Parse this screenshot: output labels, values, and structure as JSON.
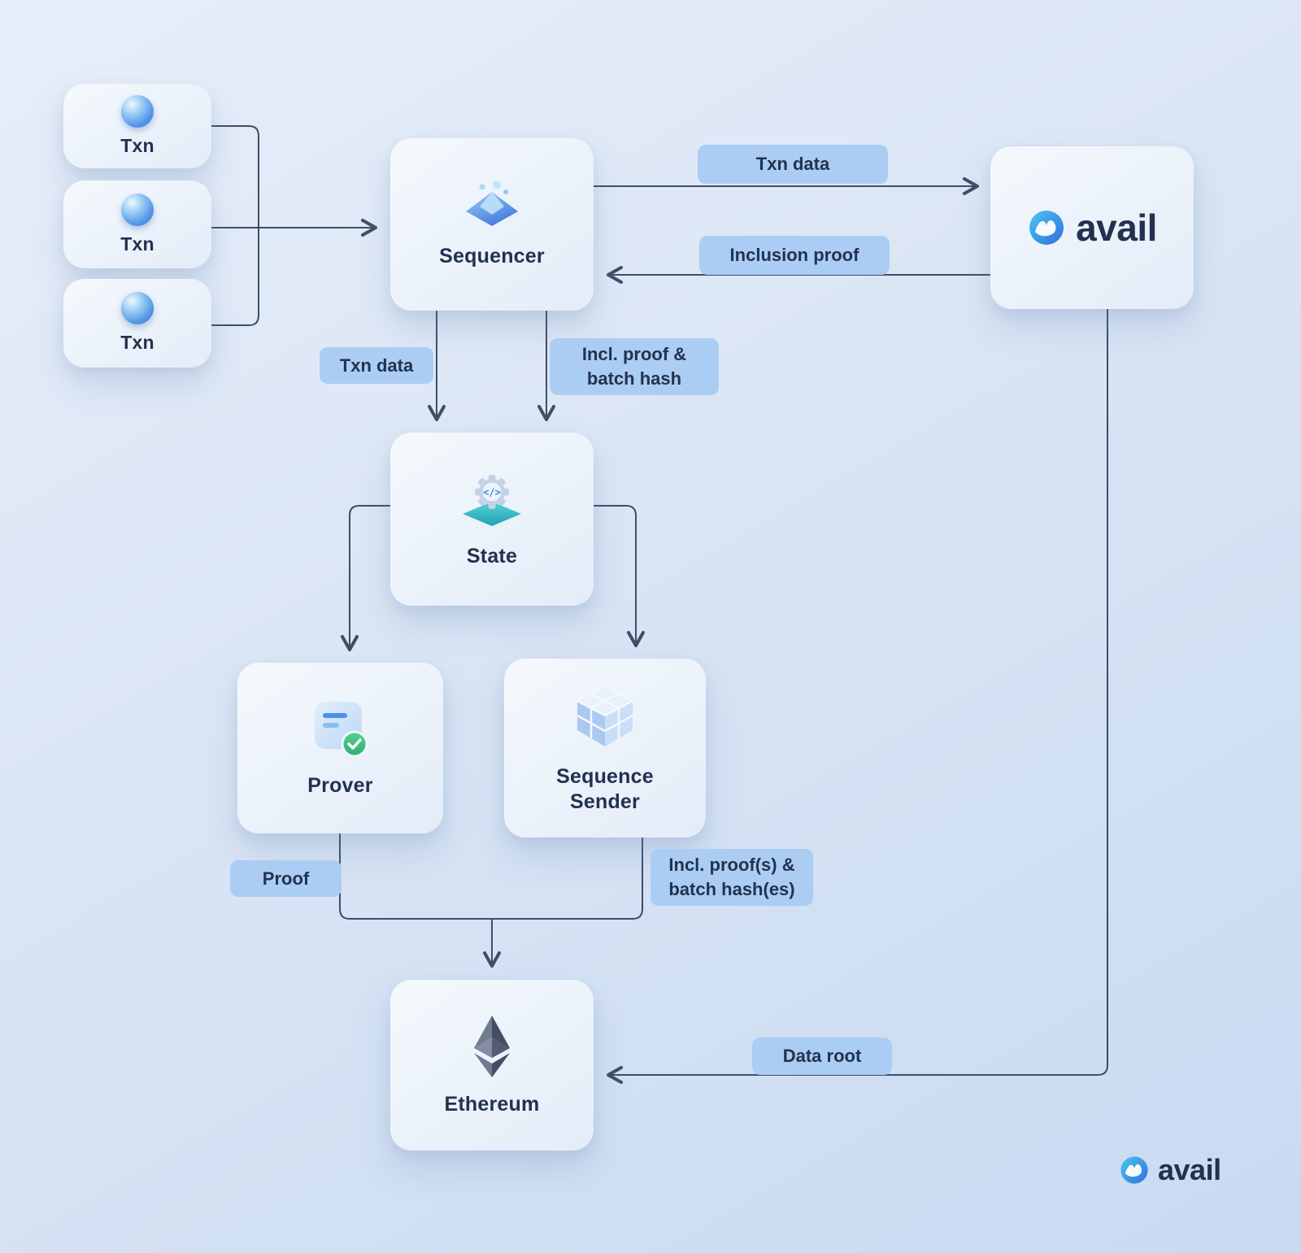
{
  "nodes": {
    "txn1": {
      "label": "Txn"
    },
    "txn2": {
      "label": "Txn"
    },
    "txn3": {
      "label": "Txn"
    },
    "sequencer": {
      "label": "Sequencer"
    },
    "avail": {
      "label": "avail"
    },
    "state": {
      "label": "State"
    },
    "prover": {
      "label": "Prover"
    },
    "sequence_sender": {
      "label": "Sequence Sender"
    },
    "ethereum": {
      "label": "Ethereum"
    }
  },
  "edge_labels": {
    "txn_data_to_avail": "Txn data",
    "inclusion_proof": "Inclusion proof",
    "txn_data_to_state": "Txn data",
    "incl_proof_batch_hash": "Incl. proof & batch hash",
    "proof": "Proof",
    "incl_proofs_batch_hashes": "Incl. proof(s) & batch hash(es)",
    "data_root": "Data root"
  },
  "footer": {
    "brand": "avail"
  },
  "icons": {
    "txn": "sphere-icon",
    "sequencer": "liquid-gem-icon",
    "avail": "avail-logo-icon",
    "state": "gear-code-icon",
    "prover": "document-check-icon",
    "sequence_sender": "cube-grid-icon",
    "ethereum": "ethereum-logo-icon"
  },
  "colors": {
    "badge_bg": "#abcdf3",
    "text_dark": "#223150",
    "arrow": "#3f4d66",
    "card_bg": "#eef4fb",
    "background_top": "#e7eef9",
    "background_bottom": "#c9daf1",
    "accent_blue": "#3b82e8",
    "teal": "#2fb9c4",
    "green": "#35b87c"
  }
}
